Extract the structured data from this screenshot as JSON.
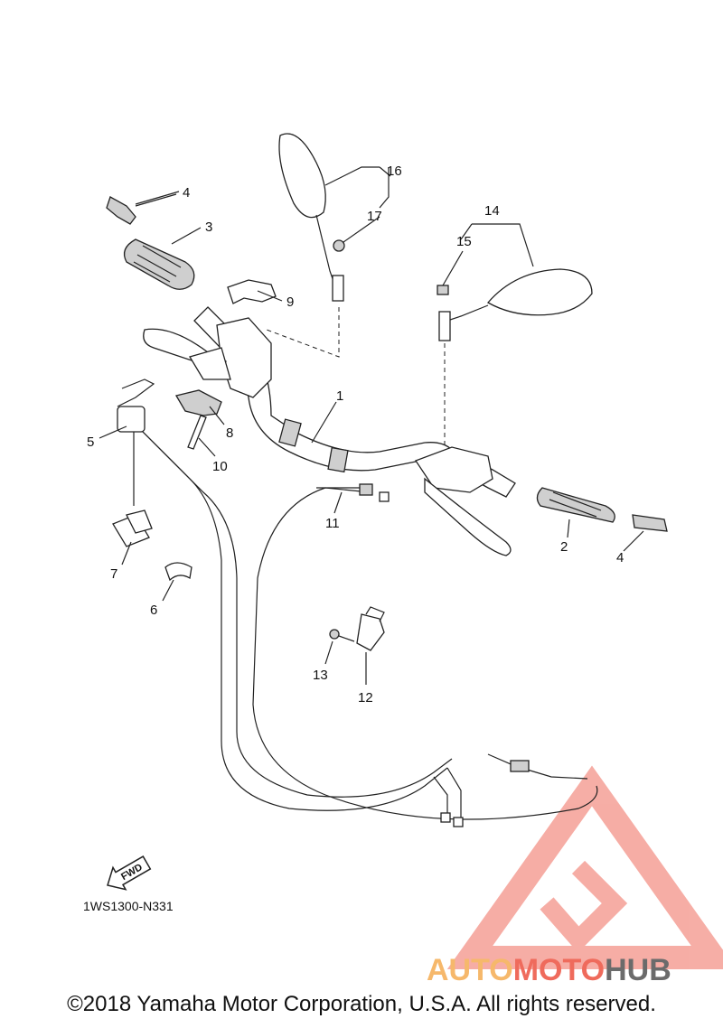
{
  "part_labels": {
    "p1": "1",
    "p2": "2",
    "p3": "3",
    "p4a": "4",
    "p4b": "4",
    "p5": "5",
    "p6": "6",
    "p7": "7",
    "p8": "8",
    "p9": "9",
    "p10": "10",
    "p11": "11",
    "p12": "12",
    "p13": "13",
    "p14": "14",
    "p15": "15",
    "p16": "16",
    "p17": "17"
  },
  "fwd_label": "FWD",
  "drawing_code": "1WS1300-N331",
  "watermark": {
    "auto": "AUTO",
    "moto": "MOTO",
    "hub": "HUB"
  },
  "copyright": "©2018 Yamaha Motor Corporation, U.S.A. All rights reserved.",
  "colors": {
    "watermark_red": "#ef6b5c",
    "watermark_orange": "#f6b86b",
    "watermark_gray": "#6b6b6b"
  }
}
